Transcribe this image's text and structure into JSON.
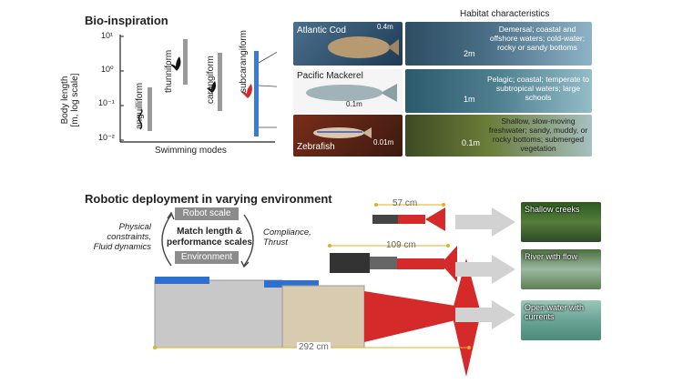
{
  "bio": {
    "title": "Bio-inspiration",
    "y_label_line1": "Body length",
    "y_label_line2": "[m, log scale]",
    "x_label": "Swimming modes",
    "ticks": [
      "10¹",
      "10⁰",
      "10⁻¹",
      "10⁻²"
    ],
    "modes": [
      "anguilliform",
      "thunniform",
      "carangiform",
      "subcarangiform"
    ]
  },
  "habitat": {
    "title": "Habitat characteristics",
    "rows": [
      {
        "fish": "Atlantic Cod",
        "fish_scale": "0.4m",
        "hab_scale": "2m",
        "text": "Demersal; coastal and offshore waters; cold-water; rocky or sandy bottoms"
      },
      {
        "fish": "Pacific Mackerel",
        "fish_scale": "0.1m",
        "hab_scale": "1m",
        "text": "Pelagic; coastal; temperate to subtropical waters; large schools"
      },
      {
        "fish": "Zebrafish",
        "fish_scale": "0.01m",
        "hab_scale": "0.1m",
        "text": "Shallow, slow-moving freshwater; sandy, muddy, or rocky bottoms; submerged vegetation"
      }
    ]
  },
  "robot": {
    "title": "Robotic deployment in varying environment",
    "box_top": "Robot scale",
    "box_bottom": "Environment",
    "center_line1": "Match length &",
    "center_line2": "performance scales",
    "left_line1": "Physical",
    "left_line2": "constraints,",
    "left_line3": "Fluid dynamics",
    "right_line1": "Compliance,",
    "right_line2": "Thrust",
    "sizes": [
      "57 cm",
      "109 cm",
      "292 cm"
    ],
    "destinations": [
      "Shallow creeks",
      "River with flow",
      "Open water with currents"
    ]
  },
  "colors": {
    "accent_blue": "#3a7bd5",
    "accent_red": "#d42a2a",
    "gold": "#e0b020"
  }
}
